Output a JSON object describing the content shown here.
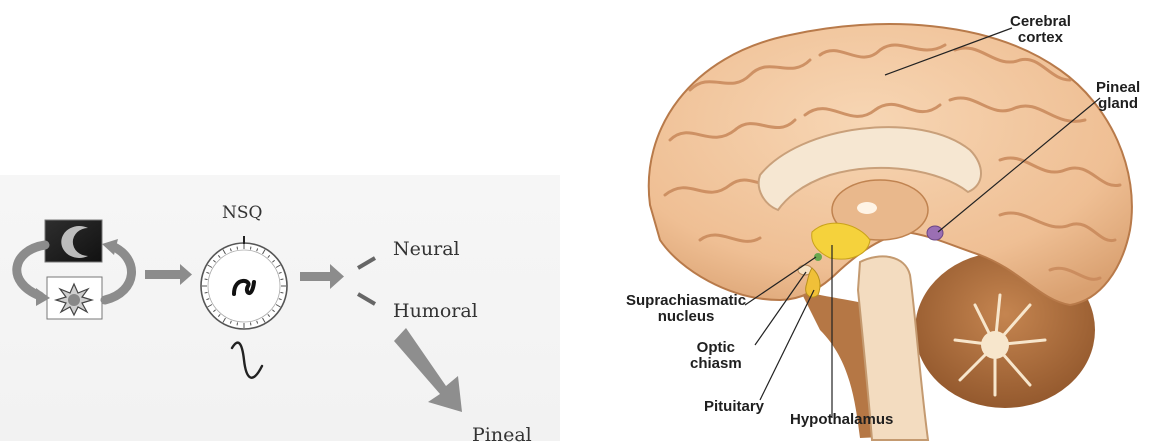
{
  "left_diagram": {
    "clock_label": "NSQ",
    "outputs": [
      "Neural",
      "Humoral"
    ],
    "target": "Pineal"
  },
  "brain_labels": {
    "cerebral_cortex": [
      "Cerebral",
      "cortex"
    ],
    "pineal_gland": [
      "Pineal",
      "gland"
    ],
    "suprachiasmatic_nucleus": [
      "Suprachiasmatic",
      "nucleus"
    ],
    "optic_chiasm": [
      "Optic",
      "chiasm"
    ],
    "pituitary": "Pituitary",
    "hypothalamus": "Hypothalamus"
  },
  "colors": {
    "brain_skin": "#f1c49c",
    "brain_dark": "#c98c5a",
    "hypothalamus": "#f5d23c",
    "pineal": "#9b6fb3",
    "cerebellum": "#a46a3c",
    "arrow_grey": "#8c8c8c"
  }
}
